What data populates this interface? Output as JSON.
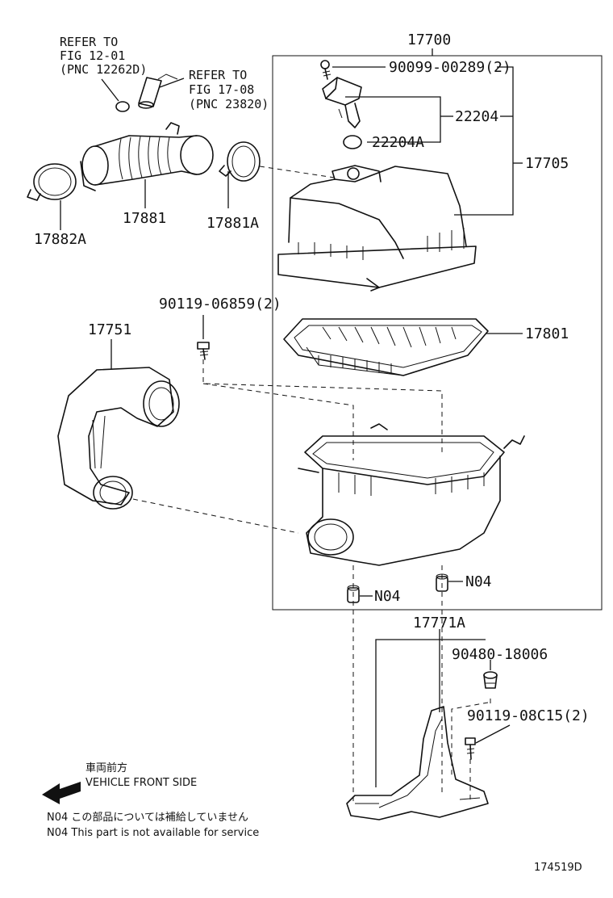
{
  "refs": {
    "fig12_line1": "REFER TO",
    "fig12_line2": "FIG 12-01",
    "fig12_line3": "(PNC 12262D)",
    "fig17_line1": "REFER TO",
    "fig17_line2": "FIG 17-08",
    "fig17_line3": "(PNC 23820)"
  },
  "parts": {
    "p17700": "17700",
    "p90099": "90099-00289(2)",
    "p22204": "22204",
    "p22204A": "22204A",
    "p17705": "17705",
    "p17881": "17881",
    "p17881A": "17881A",
    "p17882A": "17882A",
    "p90119_06859": "90119-06859(2)",
    "p17751": "17751",
    "p17801": "17801",
    "n04_left": "N04",
    "n04_right": "N04",
    "p17771A": "17771A",
    "p90480": "90480-18006",
    "p90119_08C15": "90119-08C15(2)"
  },
  "legend": {
    "front_jp": "車両前方",
    "front_en": "VEHICLE FRONT SIDE",
    "note_jp": "N04  この部品については補給していません",
    "note_en": "N04  This part is not available for service"
  },
  "figure_id": "174519D"
}
